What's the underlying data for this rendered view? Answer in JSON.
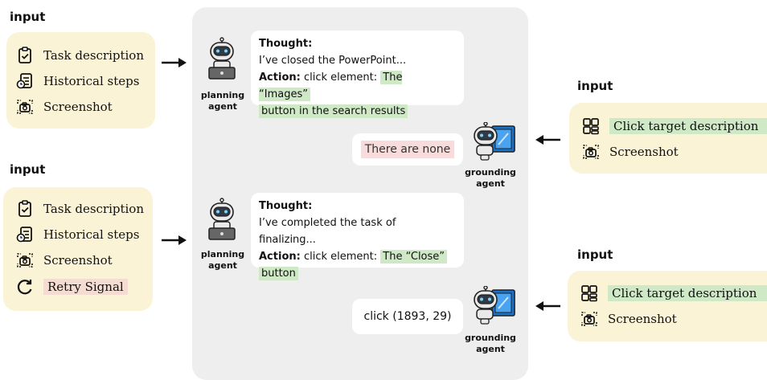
{
  "left_top": {
    "title": "input",
    "items": [
      {
        "icon": "clipboard-check-icon",
        "label": "Task description"
      },
      {
        "icon": "history-doc-icon",
        "label": "Historical steps"
      },
      {
        "icon": "screenshot-icon",
        "label": "Screenshot"
      }
    ]
  },
  "left_bottom": {
    "title": "input",
    "items": [
      {
        "icon": "clipboard-check-icon",
        "label": "Task description"
      },
      {
        "icon": "history-doc-icon",
        "label": "Historical steps"
      },
      {
        "icon": "screenshot-icon",
        "label": "Screenshot"
      },
      {
        "icon": "retry-icon",
        "label": "Retry Signal"
      }
    ]
  },
  "right_top": {
    "title": "input",
    "items": [
      {
        "icon": "target-grid-icon",
        "label": "Click target description"
      },
      {
        "icon": "screenshot-icon",
        "label": "Screenshot"
      }
    ]
  },
  "right_bottom": {
    "title": "input",
    "items": [
      {
        "icon": "target-grid-icon",
        "label": "Click target description"
      },
      {
        "icon": "screenshot-icon",
        "label": "Screenshot"
      }
    ]
  },
  "planning_1": {
    "agent_label_1": "planning",
    "agent_label_2": "agent",
    "thought_label": "Thought:",
    "thought_text": "I’ve closed the PowerPoint...",
    "action_label": "Action:",
    "action_text": "click element:",
    "action_target_1": "The “Images”",
    "action_target_2": "button in the search results"
  },
  "grounding_1": {
    "agent_label_1": "grounding",
    "agent_label_2": "agent",
    "reply": "There are none"
  },
  "planning_2": {
    "agent_label_1": "planning",
    "agent_label_2": "agent",
    "thought_label": "Thought:",
    "thought_text": "I’ve completed the task of finalizing...",
    "action_label": "Action:",
    "action_text": "click element:",
    "action_target_1": "The “Close”",
    "action_target_2": "button"
  },
  "grounding_2": {
    "agent_label_1": "grounding",
    "agent_label_2": "agent",
    "reply": "click (1893, 29)"
  },
  "colors": {
    "input_box": "#fbf3d6",
    "panel": "#eeeeee",
    "highlight_green": "#cfe8c6",
    "highlight_red": "#f5dcd2",
    "robot_accent": "#1a73c8"
  }
}
